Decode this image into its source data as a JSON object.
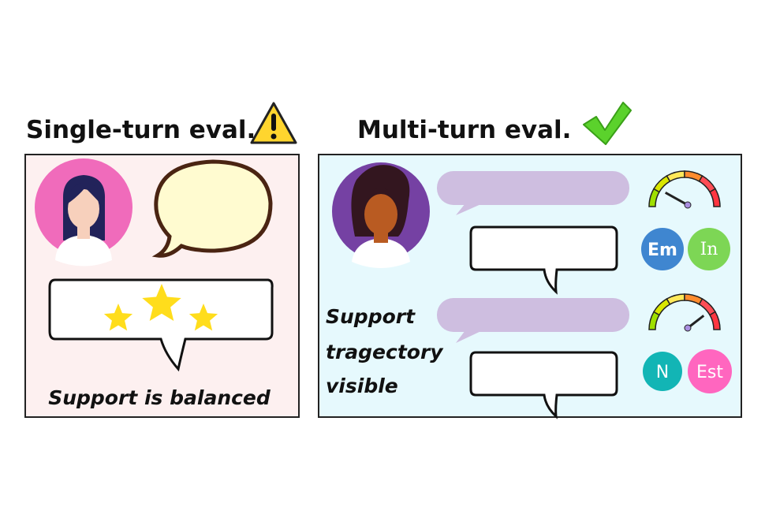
{
  "single_turn": {
    "title": "Single-turn eval.",
    "status_icon": "warning-icon",
    "caption": "Support is balanced",
    "rating_stars": 3,
    "colors": {
      "background": "#fdf0f0",
      "avatar": "#f06bbb",
      "bubble": "#fffbd0",
      "star": "#ffdd1c"
    }
  },
  "multi_turn": {
    "title": "Multi-turn eval.",
    "status_icon": "checkmark-icon",
    "caption_lines": [
      "Support",
      "tragectory",
      "visible"
    ],
    "turns": [
      {
        "gauge_level": 0.2,
        "badges": [
          {
            "label": "Em",
            "color": "#3f86d0"
          },
          {
            "label": "In",
            "color": "#7dd655"
          }
        ]
      },
      {
        "gauge_level": 0.8,
        "badges": [
          {
            "label": "N",
            "color": "#12b5b5"
          },
          {
            "label": "Est",
            "color": "#ff66bf"
          }
        ]
      }
    ],
    "colors": {
      "background": "#e6f9fd",
      "avatar": "#7541a3",
      "user_bubble": "#cebee0"
    }
  }
}
